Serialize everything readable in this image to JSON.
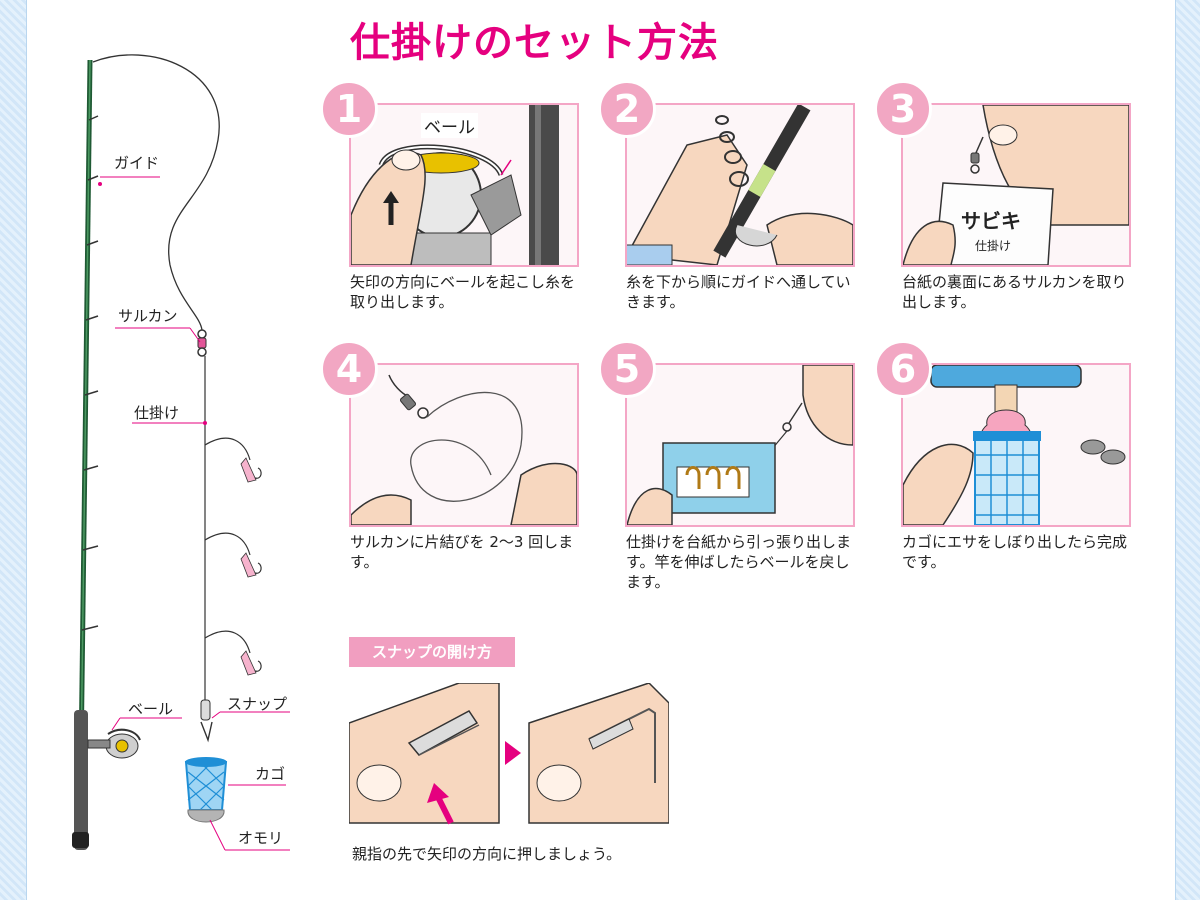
{
  "title": "仕掛けのセット方法",
  "rod_labels": {
    "guide": "ガイド",
    "swivel": "サルカン",
    "rig": "仕掛け",
    "bail": "ベール",
    "snap": "スナップ",
    "basket": "カゴ",
    "sinker": "オモリ"
  },
  "steps": [
    {
      "number": "1",
      "callout": "ベール",
      "text": "矢印の方向にベールを起こし糸を取り出します。"
    },
    {
      "number": "2",
      "text": "糸を下から順にガイドへ通していきます。"
    },
    {
      "number": "3",
      "card_text": "サビキ",
      "card_subtext": "仕掛け",
      "text": "台紙の裏面にあるサルカンを取り出します。"
    },
    {
      "number": "4",
      "text": "サルカンに片結びを 2〜3 回します。"
    },
    {
      "number": "5",
      "text": "仕掛けを台紙から引っ張り出します。竿を伸ばしたらベールを戻します。"
    },
    {
      "number": "6",
      "text": "カゴにエサをしぼり出したら完成です。"
    }
  ],
  "snap": {
    "header": "スナップの開け方",
    "caption": "親指の先で矢印の方向に押しましょう。"
  },
  "colors": {
    "accent": "#e5007f",
    "badge": "#f2a7c3",
    "frame_border": "#f4a6c6",
    "rod_green": "#2a6e3f",
    "basket_blue": "#1f8fd6"
  }
}
